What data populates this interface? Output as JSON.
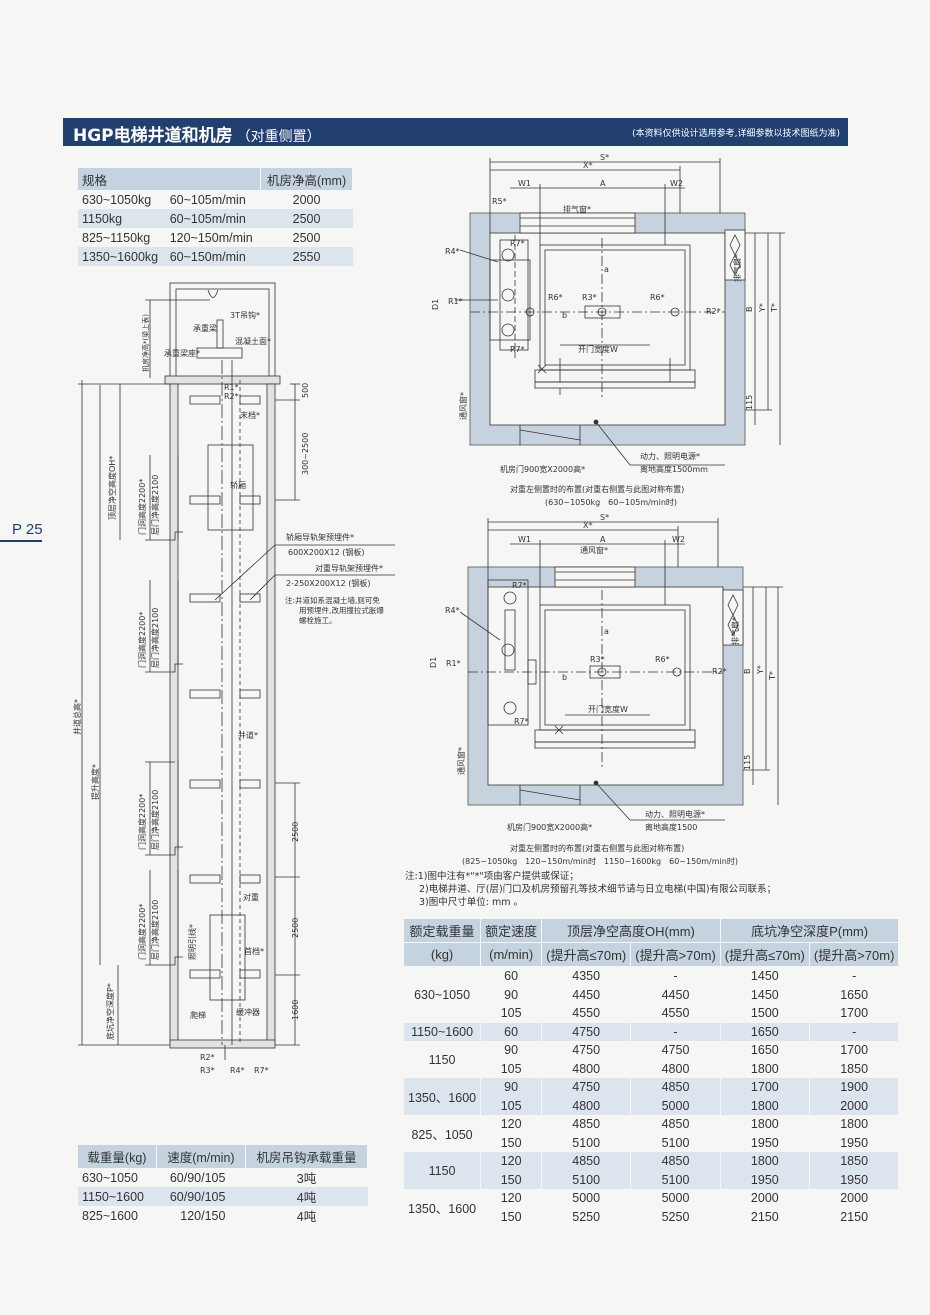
{
  "header": {
    "title": "HGP电梯井道和机房",
    "subtitle": "（对重侧置）",
    "note": "(本资料仅供设计选用参考,详细参数以技术图纸为准)"
  },
  "page_number": "P 25",
  "machine_room_table": {
    "headers": [
      "规格",
      "机房净高(mm)"
    ],
    "rows": [
      [
        "630~1050kg",
        "60~105m/min",
        "2000"
      ],
      [
        "1150kg",
        "60~105m/min",
        "2500"
      ],
      [
        "825~1150kg",
        "120~150m/min",
        "2500"
      ],
      [
        "1350~1600kg",
        "60~150m/min",
        "2550"
      ]
    ]
  },
  "hook_table": {
    "headers": [
      "载重量(kg)",
      "速度(m/min)",
      "机房吊钩承载重量"
    ],
    "rows": [
      [
        "630~1050",
        "60/90/105",
        "3吨"
      ],
      [
        "1150~1600",
        "60/90/105",
        "4吨"
      ],
      [
        "825~1600",
        "120/150",
        "4吨"
      ]
    ]
  },
  "dimension_table": {
    "h1": [
      "额定载重量",
      "额定速度",
      "顶层净空高度OH(mm)",
      "底坑净空深度P(mm)"
    ],
    "h2": [
      "(kg)",
      "(m/min)",
      "(提升高≤70m)",
      "(提升高>70m)",
      "(提升高≤70m)",
      "(提升高>70m)"
    ],
    "groups": [
      {
        "load": "630~1050",
        "rows": [
          [
            "60",
            "4350",
            "-",
            "1450",
            "-"
          ],
          [
            "90",
            "4450",
            "4450",
            "1450",
            "1650"
          ],
          [
            "105",
            "4550",
            "4550",
            "1500",
            "1700"
          ]
        ]
      },
      {
        "load": "1150~1600",
        "rows": [
          [
            "60",
            "4750",
            "-",
            "1650",
            "-"
          ]
        ]
      },
      {
        "load": "1150",
        "rows": [
          [
            "90",
            "4750",
            "4750",
            "1650",
            "1700"
          ],
          [
            "105",
            "4800",
            "4800",
            "1800",
            "1850"
          ]
        ]
      },
      {
        "load": "1350、1600",
        "rows": [
          [
            "90",
            "4750",
            "4850",
            "1700",
            "1900"
          ],
          [
            "105",
            "4800",
            "5000",
            "1800",
            "2000"
          ]
        ]
      },
      {
        "load": "825、1050",
        "rows": [
          [
            "120",
            "4850",
            "4850",
            "1800",
            "1800"
          ],
          [
            "150",
            "5100",
            "5100",
            "1950",
            "1950"
          ]
        ]
      },
      {
        "load": "1150",
        "rows": [
          [
            "120",
            "4850",
            "4850",
            "1800",
            "1850"
          ],
          [
            "150",
            "5100",
            "5100",
            "1950",
            "1950"
          ]
        ]
      },
      {
        "load": "1350、1600",
        "rows": [
          [
            "120",
            "5000",
            "5000",
            "2000",
            "2000"
          ],
          [
            "150",
            "5250",
            "5250",
            "2150",
            "2150"
          ]
        ]
      }
    ]
  },
  "notes": [
    "注:1)图中注有*\"*\"项由客户提供或保证；",
    "2)电梯井道、厅(层)门口及机房预留孔等技术细节请与日立电梯(中国)有限公司联系；",
    "3)图中尺寸单位: mm 。"
  ],
  "plan1": {
    "S": "S*",
    "X": "X*",
    "W1": "W1",
    "A": "A",
    "W2": "W2",
    "R5": "R5*",
    "vent": "排气窗*",
    "R4": "R4*",
    "R7a": "R7*",
    "R7b": "R7*",
    "R1": "R1*",
    "D1": "D1",
    "R6a": "R6*",
    "R3": "R3*",
    "R6b": "R6*",
    "R2": "R2*",
    "a": "a",
    "b": "b",
    "door": "开门宽度W",
    "side_vent": "通风窗*",
    "exhaust": "排气扇*",
    "B": "B",
    "Y": "Y*",
    "T": "T*",
    "d115": "115",
    "power": "动力、照明电源*",
    "power_h": "离地高度1500mm",
    "mr_door": "机房门900宽X2000高*",
    "cap1": "对重左侧置时的布置(对重右侧置与此图对称布置)",
    "cap2": "(630~1050kg　60~105m/min时)"
  },
  "plan2": {
    "S": "S*",
    "X": "X*",
    "W1": "W1",
    "A": "A",
    "W2": "W2",
    "vent": "通风窗*",
    "R4": "R4*",
    "R7a": "R7*",
    "R7b": "R7*",
    "R1": "R1*",
    "D1": "D1",
    "R3": "R3*",
    "R6": "R6*",
    "R2": "R2*",
    "a": "a",
    "b": "b",
    "door": "开门宽度W",
    "side_vent": "通风窗*",
    "exhaust": "排气扇*",
    "B": "B",
    "Y": "Y*",
    "T": "T*",
    "d115": "115",
    "power": "动力、照明电源*",
    "power_h": "离地高度1500",
    "mr_door": "机房门900宽X2000高*",
    "cap1": "对重左侧置时的布置(对重右侧置与此图对称布置)",
    "cap2": "(825~1050kg　120~150m/min时　1150~1600kg　60~150m/min时)"
  },
  "section": {
    "hook": "3T吊钩*",
    "beam": "承重梁",
    "concrete": "混凝土面*",
    "beam_seat": "承重梁座*",
    "mr_height": "机房净高*(梁上表)",
    "R1": "R1*",
    "R2": "R2*",
    "stop": "末档*",
    "car": "轿厢",
    "d500": "500",
    "d300": "300~2500",
    "OH": "顶层净空高度OH*",
    "door1a": "门洞高度2200*",
    "door1b": "层门净高度2100",
    "car_bracket": "轿厢导轨架预埋件*",
    "car_bracket_size": "600X200X12 (钢板)",
    "cw_bracket": "对重导轨架预埋件*",
    "cw_bracket_size": "2-250X200X12 (钢板)",
    "bracket_note1": "注:井道如系混凝土墙,则可免",
    "bracket_note2": "用预埋件,改用撞拉式胀爆",
    "bracket_note3": "螺栓施工。",
    "door2a": "门洞高度2200*",
    "door2b": "层门净高度2100",
    "total": "井道总高*",
    "travel": "提升高度*",
    "shaft": "井道*",
    "d2500a": "2500",
    "door3a": "门洞高度2200*",
    "door3b": "层门净高度2100",
    "door4a": "门洞高度2200*",
    "door4b": "层门净高度2100",
    "cw": "对重",
    "lighting": "照明引线*",
    "buffer_stop": "首档*",
    "pit": "底坑净空深度P*",
    "ladder": "爬梯",
    "buffer": "缓冲器",
    "d2500b": "2500",
    "d1600": "1600",
    "R2b": "R2*",
    "R3": "R3*",
    "R4": "R4*",
    "R7": "R7*"
  }
}
